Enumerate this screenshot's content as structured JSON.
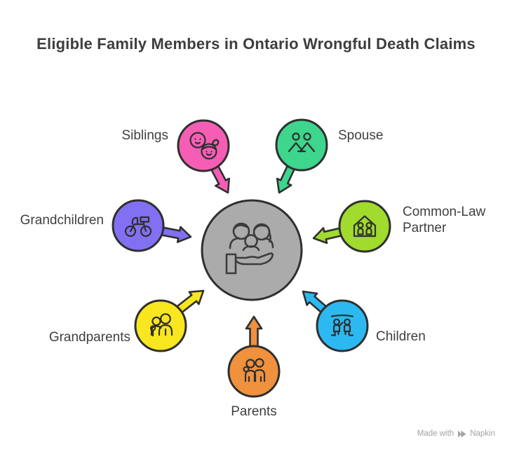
{
  "title": "Eligible Family Members in Ontario Wrongful Death Claims",
  "palette": {
    "outline": "#2f2f2f",
    "title_text": "#3d3d3d",
    "label_text": "#3f3f3f",
    "watermark_text": "#a3a3a3",
    "background": "#ffffff"
  },
  "center": {
    "name": "wrongful-death-claim-core",
    "color": "#ababab",
    "icon": "family-in-hand-icon"
  },
  "nodes": [
    {
      "id": "siblings",
      "label": "Siblings",
      "color": "#f55eb4",
      "icon": "siblings-faces-icon"
    },
    {
      "id": "spouse",
      "label": "Spouse",
      "color": "#3ed58d",
      "icon": "spouse-couple-icon"
    },
    {
      "id": "common_law",
      "label": "Common-Law Partner",
      "color": "#a0db2e",
      "icon": "common-law-house-icon"
    },
    {
      "id": "grandchildren",
      "label": "Grandchildren",
      "color": "#8270f2",
      "icon": "grandchild-bicycle-icon"
    },
    {
      "id": "grandparents",
      "label": "Grandparents",
      "color": "#f8e71e",
      "icon": "grandparents-icon"
    },
    {
      "id": "children",
      "label": "Children",
      "color": "#2cb9f2",
      "icon": "children-playing-icon"
    },
    {
      "id": "parents",
      "label": "Parents",
      "color": "#f0913e",
      "icon": "parents-family-icon"
    }
  ],
  "watermark": {
    "prefix": "Made with",
    "brand": "Napkin"
  }
}
